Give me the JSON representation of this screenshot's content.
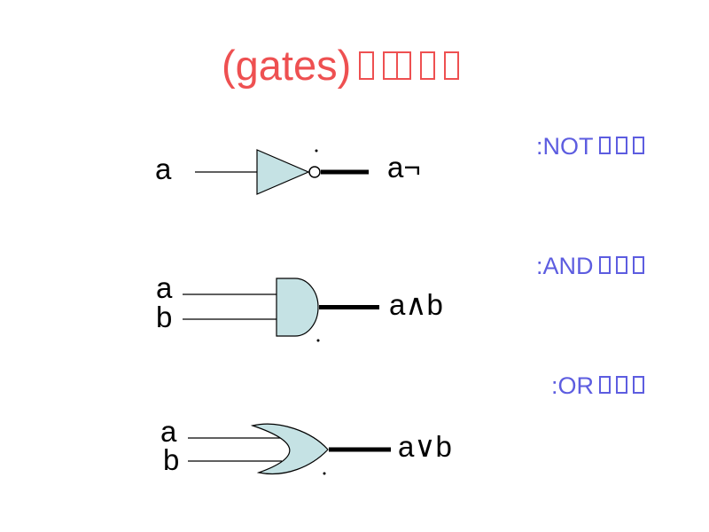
{
  "slide": {
    "background": "#ffffff",
    "title": {
      "latin": "(gates)",
      "missing_glyph_groups": [
        1,
        2,
        1,
        1
      ],
      "color": "#ee5051"
    }
  },
  "gates": [
    {
      "id": "not",
      "type": "NOT (inverter)",
      "inputs": [
        "a"
      ],
      "output": "a¬",
      "annotation": ":NOT",
      "annotation_missing_glyphs": 3
    },
    {
      "id": "and",
      "type": "AND",
      "inputs": [
        "a",
        "b"
      ],
      "output": "a∧b",
      "annotation": ":AND",
      "annotation_missing_glyphs": 3
    },
    {
      "id": "or",
      "type": "OR",
      "inputs": [
        "a",
        "b"
      ],
      "output": "a∨b",
      "annotation": ":OR",
      "annotation_missing_glyphs": 3
    }
  ],
  "colors": {
    "title_red": "#ee5051",
    "annotation_blue": "#5d5de0",
    "gate_fill": "#c5e2e4",
    "line_black": "#000000",
    "background": "#ffffff"
  }
}
